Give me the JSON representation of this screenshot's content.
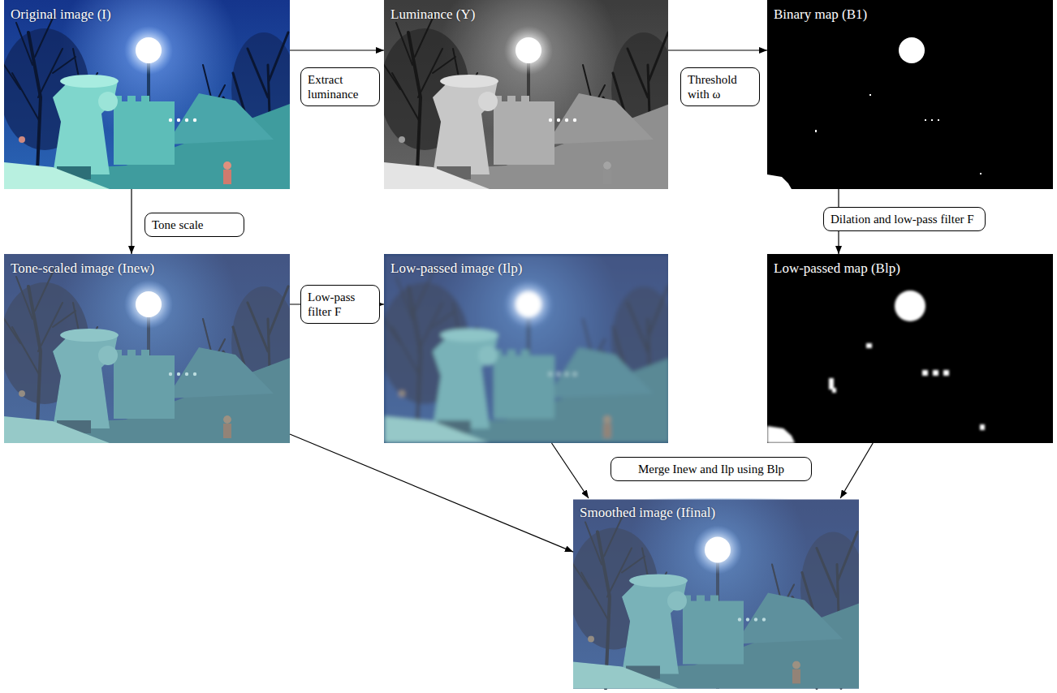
{
  "diagram": {
    "nodes": [
      {
        "text": [
          "Original image (I)"
        ]
      },
      {
        "text": [
          "Luminance (Y)"
        ]
      },
      {
        "text": [
          "Binary map (B1)"
        ]
      },
      {
        "text": [
          "Tone-scaled image (Inew)"
        ]
      },
      {
        "text": [
          "Low-passed image (Ilp)"
        ]
      },
      {
        "text": [
          "Low-passed map (Blp)"
        ]
      },
      {
        "text": [
          "Smoothed image (Ifinal)"
        ]
      }
    ],
    "edges": [
      {
        "from": 0,
        "to": 1,
        "arrow": "to",
        "label": "Extract luminance"
      },
      {
        "from": 1,
        "to": 2,
        "arrow": "to",
        "label": "Threshold with ω"
      },
      {
        "from": 2,
        "to": 5,
        "arrow": "to",
        "label": "Dilation and low-pass filter F"
      },
      {
        "from": 0,
        "to": 3,
        "arrow": "to",
        "label": "Tone scale"
      },
      {
        "from": 3,
        "to": 4,
        "arrow": "to",
        "label": "Low-pass filter F"
      },
      {
        "from": 3,
        "to": 6,
        "arrow": "to"
      },
      {
        "from": 4,
        "to": 6,
        "arrow": "to"
      },
      {
        "from": 5,
        "to": 6,
        "arrow": "to"
      }
    ],
    "labels": [
      "Merge Inew and Ilp using Blp"
    ]
  }
}
